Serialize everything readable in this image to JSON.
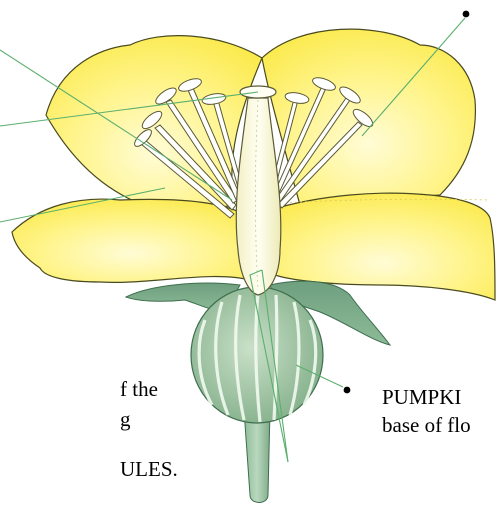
{
  "diagram": {
    "parts": [
      {
        "id": "petal",
        "name": "petal"
      },
      {
        "id": "stigma",
        "name": "stigma"
      },
      {
        "id": "stamen",
        "name": "stamen"
      },
      {
        "id": "anther",
        "name": "anther"
      },
      {
        "id": "style",
        "name": "style"
      },
      {
        "id": "sepal",
        "name": "sepal"
      },
      {
        "id": "ovary",
        "name": "ovary"
      },
      {
        "id": "stalk",
        "name": "stalk"
      }
    ],
    "labels": {
      "ovary_line1": "f the",
      "ovary_line2": "g",
      "ovary_line3": "ULES.",
      "pumpkin_line1": "PUMPKI",
      "pumpkin_line2": "base of flo"
    },
    "colors": {
      "petal": "#FFF27A",
      "petal_light": "#FFFCD6",
      "petal_outline": "#4A4A20",
      "leader_line": "#5BAF6E",
      "sepal": "#6FA07E",
      "ovary": "#8FB893",
      "stamen": "#FFFFFF",
      "style_fill": "#FBF9DA"
    }
  }
}
